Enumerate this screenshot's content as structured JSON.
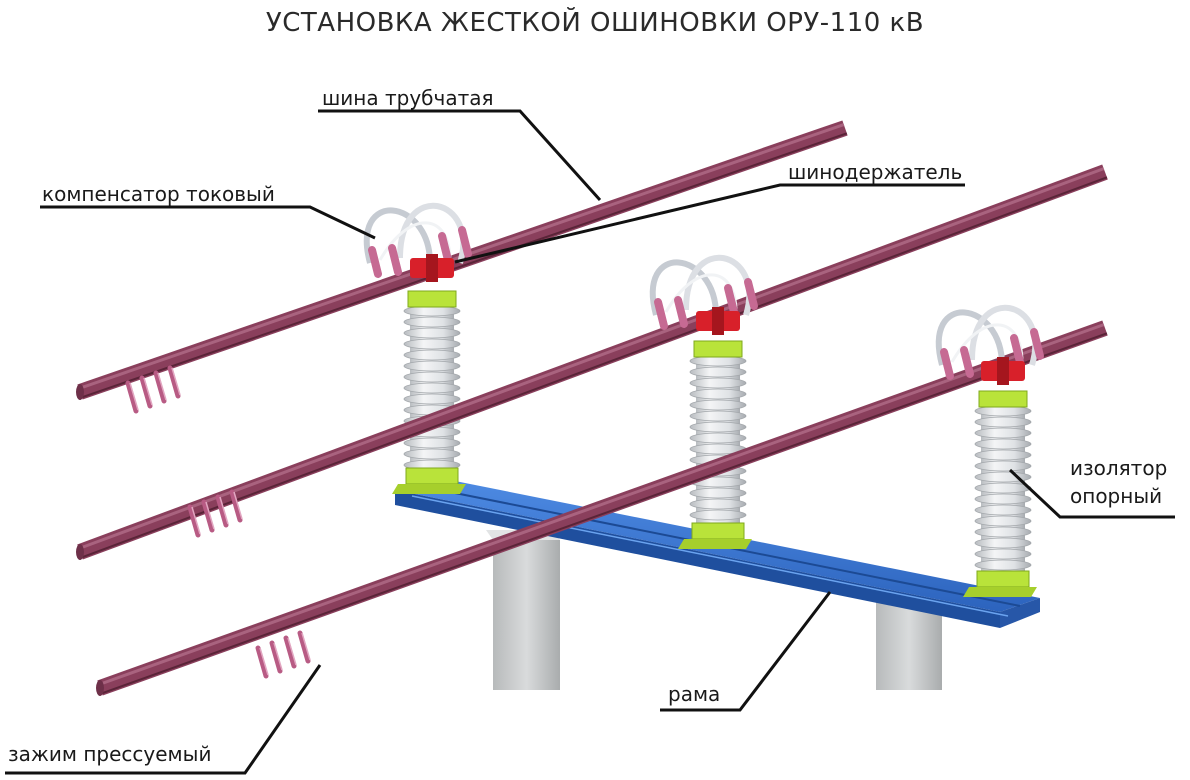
{
  "title": "УСТАНОВКА ЖЕСТКОЙ ОШИНОВКИ ОРУ-110 кВ",
  "labels": {
    "tube_bus": "шина трубчатая",
    "current_compensator": "компенсатор токовый",
    "bus_holder": "шинодержатель",
    "support_insulator_line1": "изолятор",
    "support_insulator_line2": "опорный",
    "frame": "рама",
    "press_clamp": "зажим прессуемый"
  },
  "colors": {
    "bus": "#8a3f5c",
    "bus_light": "#a9637f",
    "insulator": "#e6e8ea",
    "flange": "#b9e33a",
    "frame": "#2f6fd0",
    "holder_red": "#d8202a",
    "pedestal": "#c9cccd",
    "compensator": "#dcdfe4"
  }
}
